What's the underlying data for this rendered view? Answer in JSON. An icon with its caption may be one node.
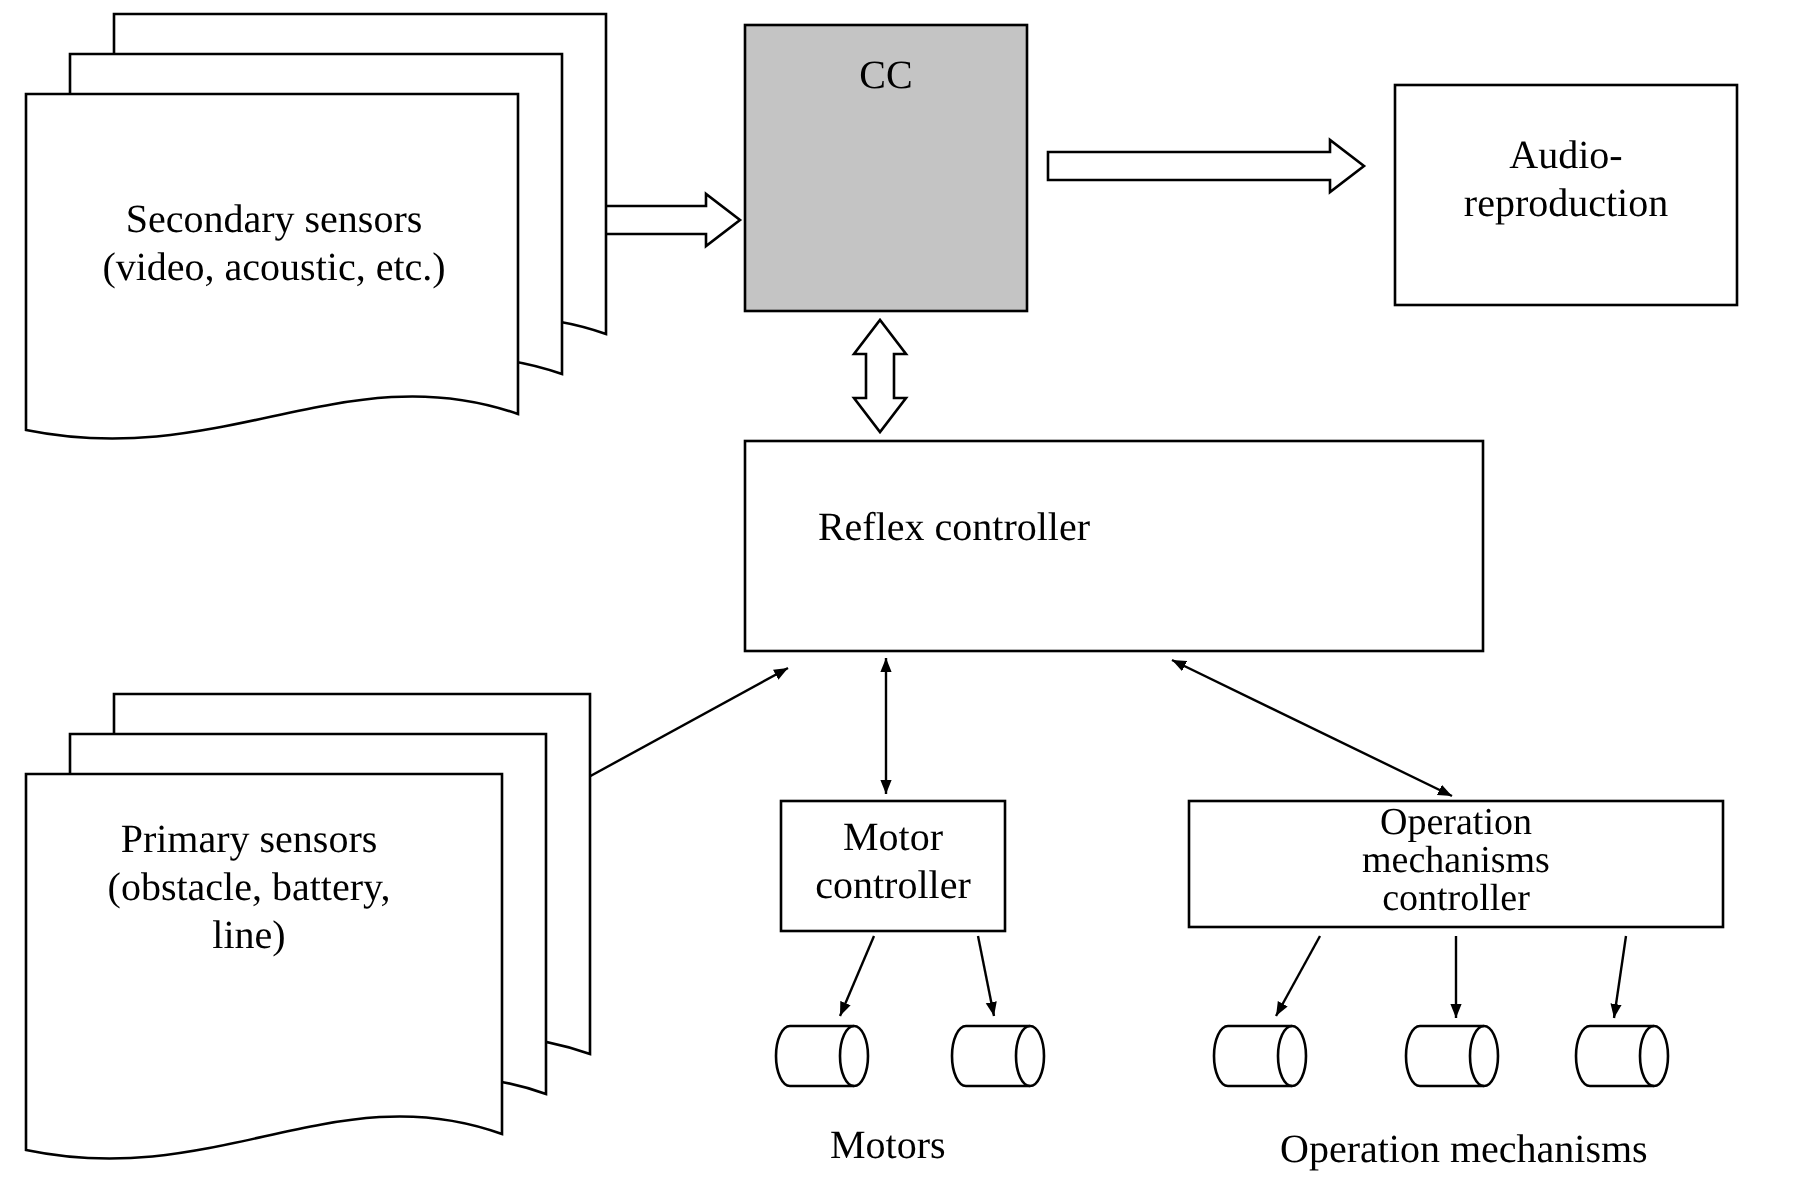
{
  "diagram": {
    "nodes": [
      {
        "text": [
          "Secondary sensors (video, acoustic, etc.)"
        ]
      },
      {
        "text": [
          "CC"
        ]
      },
      {
        "text": [
          "Audio-reproduction"
        ]
      },
      {
        "text": [
          "Reflex controller"
        ]
      },
      {
        "text": [
          "Primary sensors (obstacle, battery, line)"
        ]
      },
      {
        "text": [
          "Motor controller"
        ]
      },
      {
        "text": [
          "Operation mechanisms controller"
        ]
      },
      {
        "text": [],
        "shape": "cylinder"
      },
      {
        "text": [],
        "shape": "cylinder"
      },
      {
        "text": [],
        "shape": "cylinder"
      },
      {
        "text": [],
        "shape": "cylinder"
      },
      {
        "text": [],
        "shape": "cylinder"
      }
    ],
    "edges": [
      {
        "from": 0,
        "to": 1,
        "arrow": "to",
        "style": "thick"
      },
      {
        "from": 1,
        "to": 2,
        "arrow": "to",
        "style": "thick"
      },
      {
        "from": 1,
        "to": 3,
        "arrow": "both",
        "style": "thick"
      },
      {
        "from": 4,
        "to": 3,
        "arrow": "to"
      },
      {
        "from": 3,
        "to": 5,
        "arrow": "both"
      },
      {
        "from": 3,
        "to": 6,
        "arrow": "both"
      },
      {
        "from": 5,
        "to": 7,
        "arrow": "to"
      },
      {
        "from": 5,
        "to": 8,
        "arrow": "to"
      },
      {
        "from": 6,
        "to": 9,
        "arrow": "to"
      },
      {
        "from": 6,
        "to": 10,
        "arrow": "to"
      },
      {
        "from": 6,
        "to": 11,
        "arrow": "to"
      }
    ],
    "labels": [
      "Motors",
      "Operation mechanisms"
    ]
  }
}
